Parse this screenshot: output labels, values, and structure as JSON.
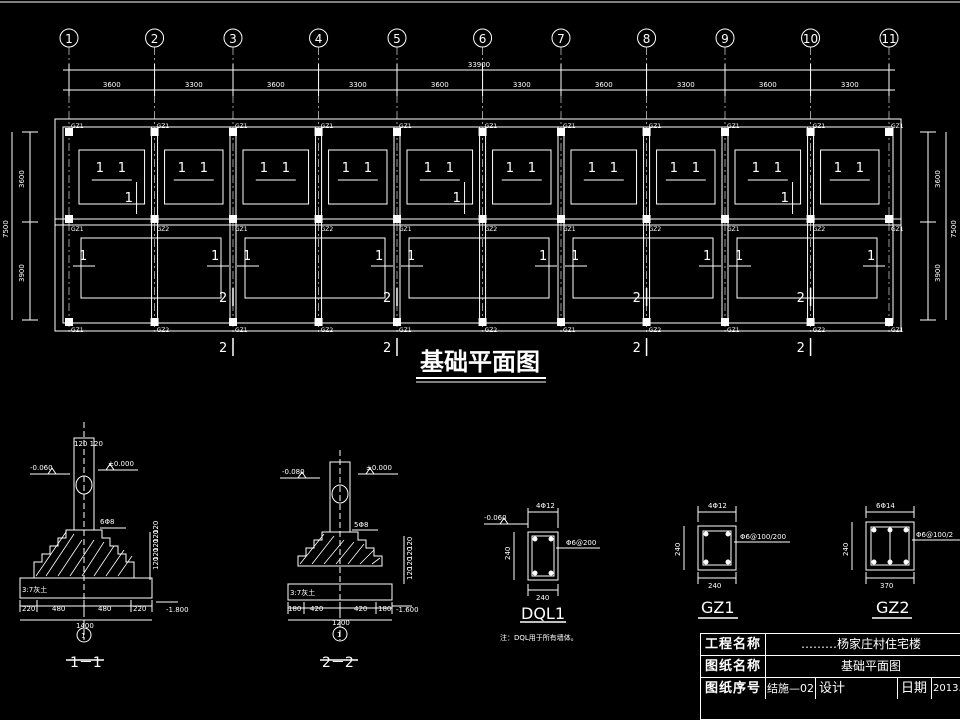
{
  "colors": {
    "background": "#000000",
    "lines": "#ffffff",
    "accent": "#ffffff"
  },
  "plan": {
    "title": "基础平面图",
    "axes": [
      "1",
      "2",
      "3",
      "4",
      "5",
      "6",
      "7",
      "8",
      "9",
      "10",
      "11"
    ],
    "total_dim": "33900",
    "spans": [
      "3600",
      "3300",
      "3600",
      "3300",
      "3600",
      "3300",
      "3600",
      "3300",
      "3600",
      "3300"
    ],
    "side_dims": {
      "total": "7500",
      "upper": "3600",
      "lower": "3900"
    },
    "gz1": "GZ1",
    "gz2": "GZ2",
    "sec1": "1",
    "sec2": "2"
  },
  "section_11": {
    "label": "1－1",
    "axis": "1",
    "dims_top": "120 120",
    "level_left": "-0.060",
    "level_right": "±0.000",
    "rebar": "6Φ8",
    "fill_label": "3:7灰土",
    "dims_bottom": [
      "220",
      "480",
      "480",
      "220"
    ],
    "width": "1400",
    "depth": "-1.800",
    "steps": [
      "120",
      "120",
      "120",
      "120",
      "120"
    ]
  },
  "section_22": {
    "label": "2－2",
    "axis": "1",
    "level_left": "-0.080",
    "level_right": "±0.000",
    "rebar": "5Φ8",
    "fill_label": "3:7灰土",
    "dims_bottom": [
      "180",
      "420",
      "420",
      "180"
    ],
    "width": "1200",
    "depth": "-1.600",
    "steps": [
      "120",
      "120",
      "120",
      "120"
    ]
  },
  "dql1": {
    "label": "DQL1",
    "level": "-0.060",
    "top_bars": "4Φ12",
    "stirrup": "Φ6@200",
    "height": "240",
    "width": "240",
    "note": "注：DQL用于所有墙体。"
  },
  "gz1_detail": {
    "label": "GZ1",
    "top_bars": "4Φ12",
    "stirrup": "Φ6@100/200",
    "height": "240",
    "width": "240"
  },
  "gz2_detail": {
    "label": "GZ2",
    "top_bars": "6Φ14",
    "stirrup": "Φ6@100/2",
    "height": "240",
    "width": "370"
  },
  "title_block": {
    "project_label": "工程名称",
    "project_value": "………杨家庄村住宅楼",
    "drawing_label": "图纸名称",
    "drawing_value": "基础平面图",
    "number_label": "图纸序号",
    "number_value": "结施—02",
    "design_label": "设计",
    "date_label": "日期",
    "date_value": "2013."
  }
}
